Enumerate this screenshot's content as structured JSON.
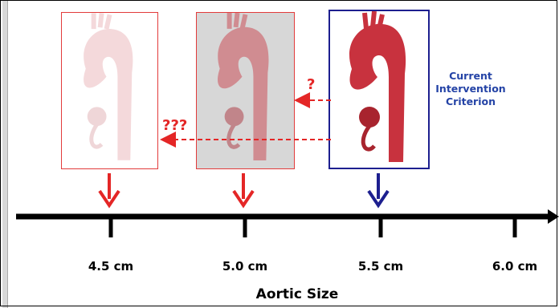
{
  "annotations": {
    "q_near": "?",
    "q_far": "???",
    "criterion_lines": [
      "Current",
      "Intervention",
      "Criterion"
    ]
  },
  "axis": {
    "ticks": [
      "4.5 cm",
      "5.0 cm",
      "5.5 cm",
      "6.0 cm"
    ],
    "title": "Aortic Size"
  },
  "colors": {
    "red": "#e42626",
    "blue": "#1d1f8f",
    "criterion_text": "#2443a6",
    "aorta": "#c8323e"
  },
  "panels": [
    {
      "size": "4.5 cm",
      "opacity": 0.18,
      "border": "#e23b3b"
    },
    {
      "size": "5.0 cm",
      "opacity": 0.45,
      "border": "#e23b3b"
    },
    {
      "size": "5.5 cm",
      "opacity": 1.0,
      "border": "#1d1f8f"
    }
  ]
}
